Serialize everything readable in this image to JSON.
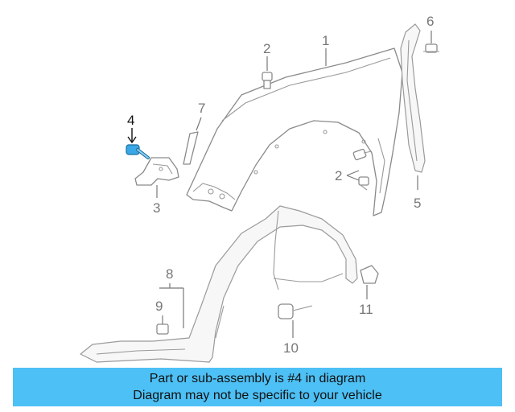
{
  "callouts": {
    "c1": "1",
    "c2a": "2",
    "c2b": "2",
    "c3": "3",
    "c4": "4",
    "c5": "5",
    "c6": "6",
    "c7": "7",
    "c8": "8",
    "c9": "9",
    "c10": "10",
    "c11": "11"
  },
  "highlighted_part": "4",
  "colors": {
    "banner": "#4dc0f5",
    "highlight_part": "#3aa7e6",
    "line_art": "#8a8a8a"
  },
  "banner": {
    "line1": "Part or sub-assembly is #4 in diagram",
    "line2": "Diagram may not be specific to your vehicle"
  }
}
